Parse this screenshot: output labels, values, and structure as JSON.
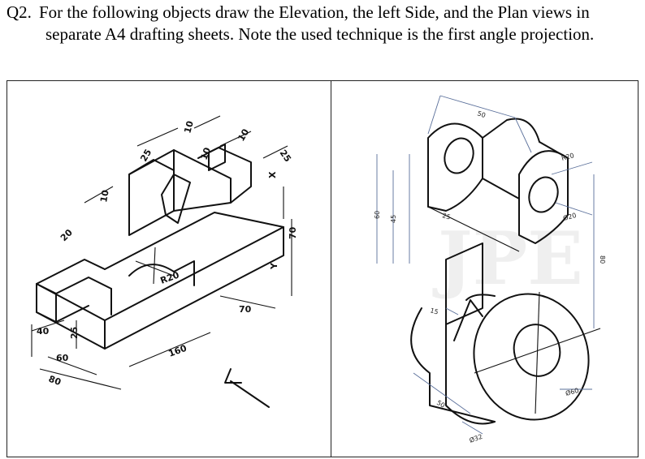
{
  "question": {
    "number": "Q2.",
    "line1": "For the following objects draw the Elevation, the left Side, and the Plan views in",
    "line2": "separate A4 drafting sheets. Note the used technique is the first angle projection."
  },
  "figure_left": {
    "dimensions": [
      "25",
      "10",
      "10",
      "10",
      "25",
      "10",
      "20",
      "R20",
      "40",
      "25",
      "60",
      "80",
      "160",
      "70",
      "70",
      "X",
      "Y"
    ]
  },
  "figure_right": {
    "dimensions": [
      "50",
      "R20",
      "25",
      "Ø20",
      "60",
      "45",
      "80",
      "15",
      "Ø60",
      "50",
      "Ø32"
    ],
    "watermark": "JPE"
  }
}
